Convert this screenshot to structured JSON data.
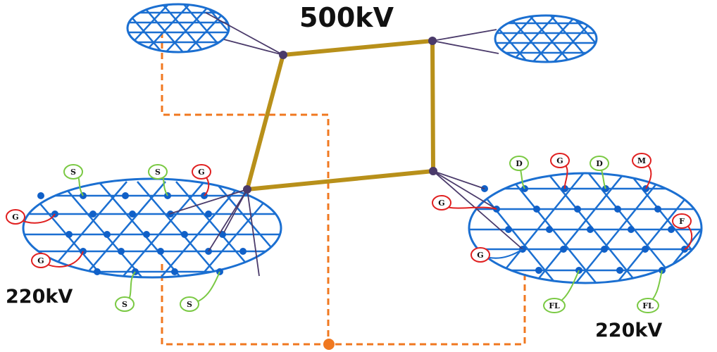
{
  "title": "500kV",
  "regions": {
    "left_label": "220kV",
    "right_label": "220kV"
  },
  "colors": {
    "grid": "#1b6fd1",
    "node": "#1060c8",
    "backbone": "#b8901a",
    "link": "#4a3a6a",
    "dashed": "#f07820",
    "generator": "#e02020",
    "green": "#7ac943"
  },
  "left_labels": {
    "s1": "S",
    "s2": "S",
    "g1": "G",
    "g2": "G",
    "g3": "G",
    "s3": "S",
    "s4": "S"
  },
  "right_labels": {
    "d1": "D",
    "g1": "G",
    "d2": "D",
    "m": "M",
    "g2": "G",
    "f": "F",
    "g3": "G",
    "fl1": "FL",
    "fl2": "FL"
  }
}
